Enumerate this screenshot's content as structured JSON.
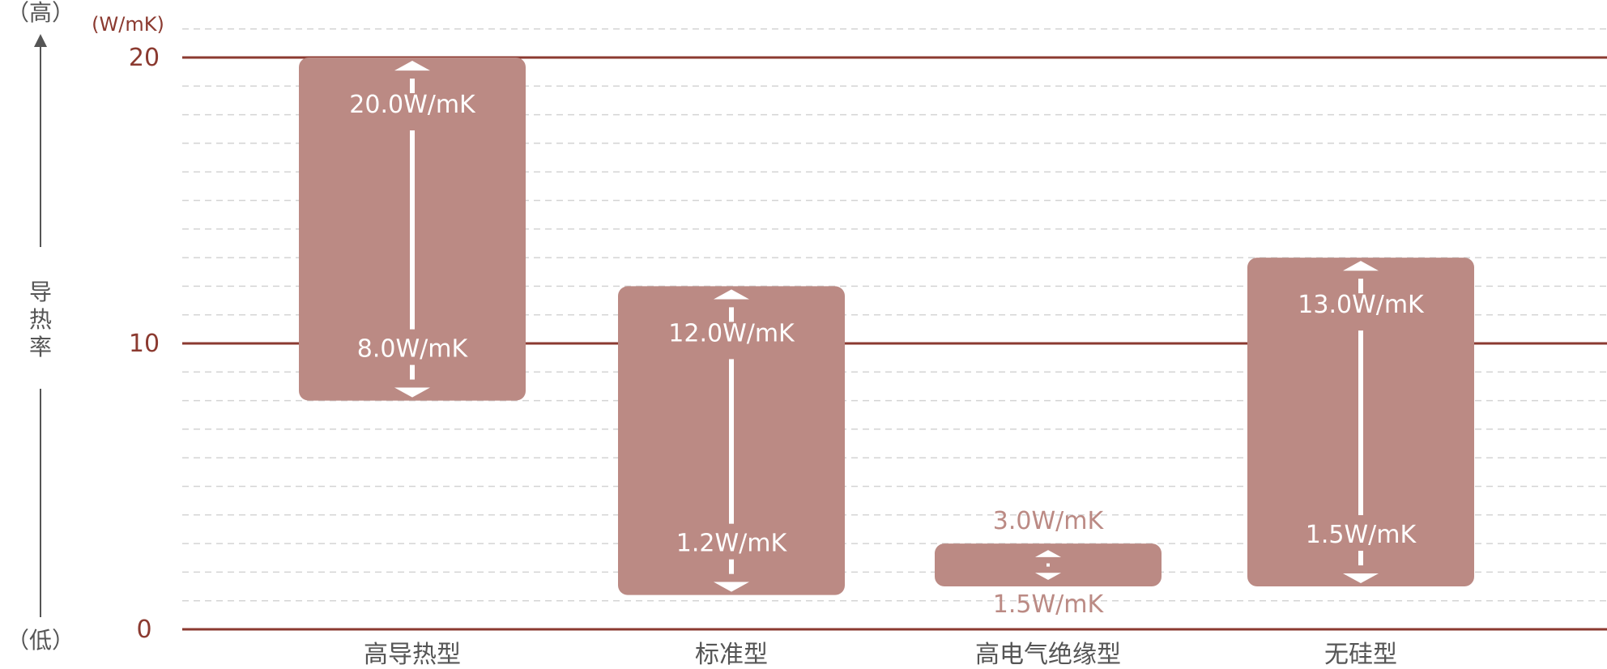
{
  "chart_data": {
    "type": "bar",
    "subtype": "floating-range",
    "categories": [
      "高导热型",
      "标准型",
      "高电气绝缘型",
      "无硅型"
    ],
    "ranges": [
      {
        "min": 8.0,
        "max": 20.0,
        "min_label": "8.0W/mK",
        "max_label": "20.0W/mK"
      },
      {
        "min": 1.2,
        "max": 12.0,
        "min_label": "1.2W/mK",
        "max_label": "12.0W/mK"
      },
      {
        "min": 1.5,
        "max": 3.0,
        "min_label": "1.5W/mK",
        "max_label": "3.0W/mK"
      },
      {
        "min": 1.5,
        "max": 13.0,
        "min_label": "1.5W/mK",
        "max_label": "13.0W/mK"
      }
    ],
    "unit": "(W/mK)",
    "yticks": [
      0,
      10,
      20
    ],
    "ylim": [
      0,
      20
    ],
    "grid": true,
    "y_axis_high": "（高）",
    "y_axis_low": "（低）",
    "ylabel": "导热率"
  },
  "colors": {
    "bar": "#bb8a84",
    "accent": "#8b3a30",
    "grid": "#d4d4d4",
    "text": "#555555"
  }
}
